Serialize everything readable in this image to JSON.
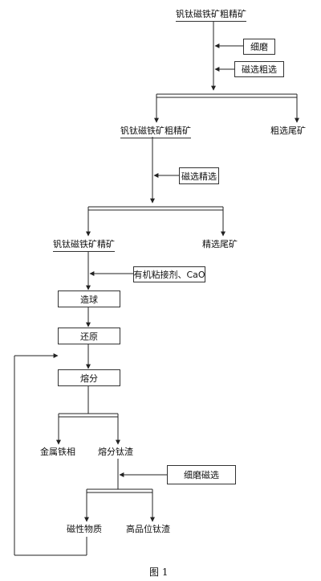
{
  "nodes": {
    "ore": "钒钛磁铁矿粗精矿",
    "fine_grind_1": "细磨",
    "mag_rough": "磁选粗选",
    "rough_concentrate": "钒钛磁铁矿粗精矿",
    "rough_tailings": "粗选尾矿",
    "mag_fine": "磁选精选",
    "concentrate": "钒钛磁铁矿精矿",
    "fine_tailings": "精选尾矿",
    "binder": "有机粘接剂、CaO",
    "pelletize": "造球",
    "reduce": "还原",
    "melt_sep": "熔分",
    "iron_phase": "金属铁相",
    "ti_slag": "熔分钛渣",
    "fine_grind_mag": "细磨磁选",
    "magnetic": "磁性物质",
    "hi_ti_slag": "高品位钛渣"
  },
  "caption": "图  1"
}
